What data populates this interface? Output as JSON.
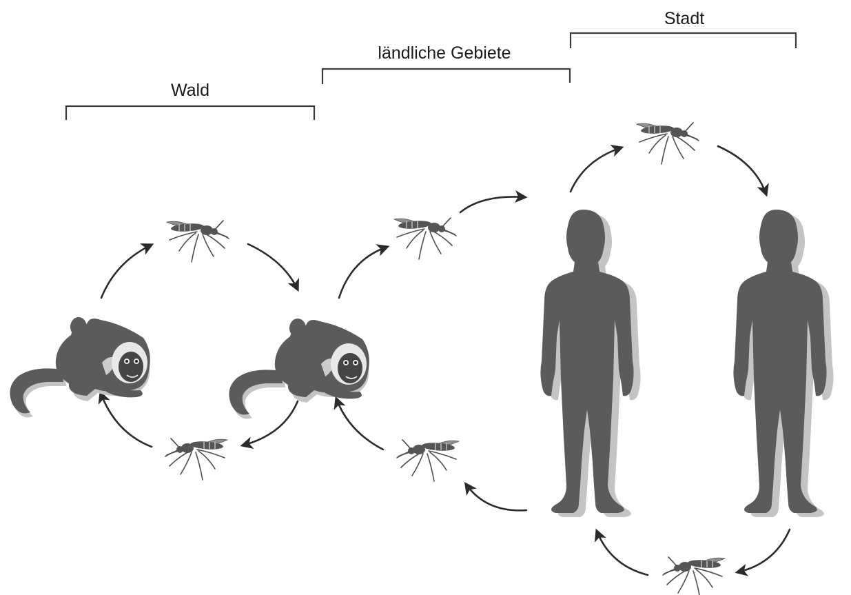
{
  "zones": [
    {
      "id": "wald",
      "label": "Wald"
    },
    {
      "id": "laendlich",
      "label": "ländliche Gebiete"
    },
    {
      "id": "stadt",
      "label": "Stadt"
    }
  ],
  "hosts": [
    {
      "id": "monkey-1",
      "icon": "monkey-icon"
    },
    {
      "id": "monkey-2",
      "icon": "monkey-icon"
    },
    {
      "id": "human-1",
      "icon": "human-icon"
    },
    {
      "id": "human-2",
      "icon": "human-icon"
    }
  ],
  "vectors": [
    {
      "id": "mosquito-forest-top",
      "icon": "mosquito-icon"
    },
    {
      "id": "mosquito-forest-bottom",
      "icon": "mosquito-icon"
    },
    {
      "id": "mosquito-rural-top",
      "icon": "mosquito-icon"
    },
    {
      "id": "mosquito-rural-bottom",
      "icon": "mosquito-icon"
    },
    {
      "id": "mosquito-urban-top",
      "icon": "mosquito-icon"
    },
    {
      "id": "mosquito-urban-bottom",
      "icon": "mosquito-icon"
    }
  ],
  "colors": {
    "silhouette": "#5b5b5b",
    "shadow": "#c4c4c4",
    "arrow": "#2b2b2b",
    "bracket": "#3a3a3a",
    "background": "#ffffff"
  }
}
